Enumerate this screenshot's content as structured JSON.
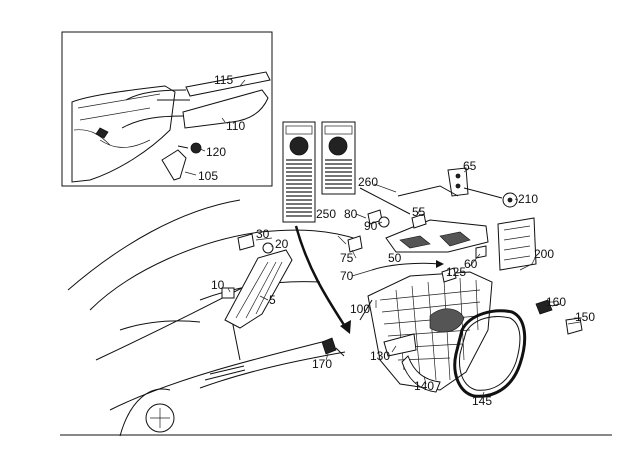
{
  "callouts": {
    "c115": "115",
    "c110": "110",
    "c120": "120",
    "c105": "105",
    "c250": "250",
    "c260": "260",
    "c65": "65",
    "c210": "210",
    "c80": "80",
    "c55": "55",
    "c90": "90",
    "c30": "30",
    "c20": "20",
    "c75": "75",
    "c50": "50",
    "c60": "60",
    "c200": "200",
    "c70": "70",
    "c125": "125",
    "c10": "10",
    "c5": "5",
    "c100": "100",
    "c160": "160",
    "c150": "150",
    "c170": "170",
    "c130": "130",
    "c140": "140",
    "c145": "145"
  }
}
